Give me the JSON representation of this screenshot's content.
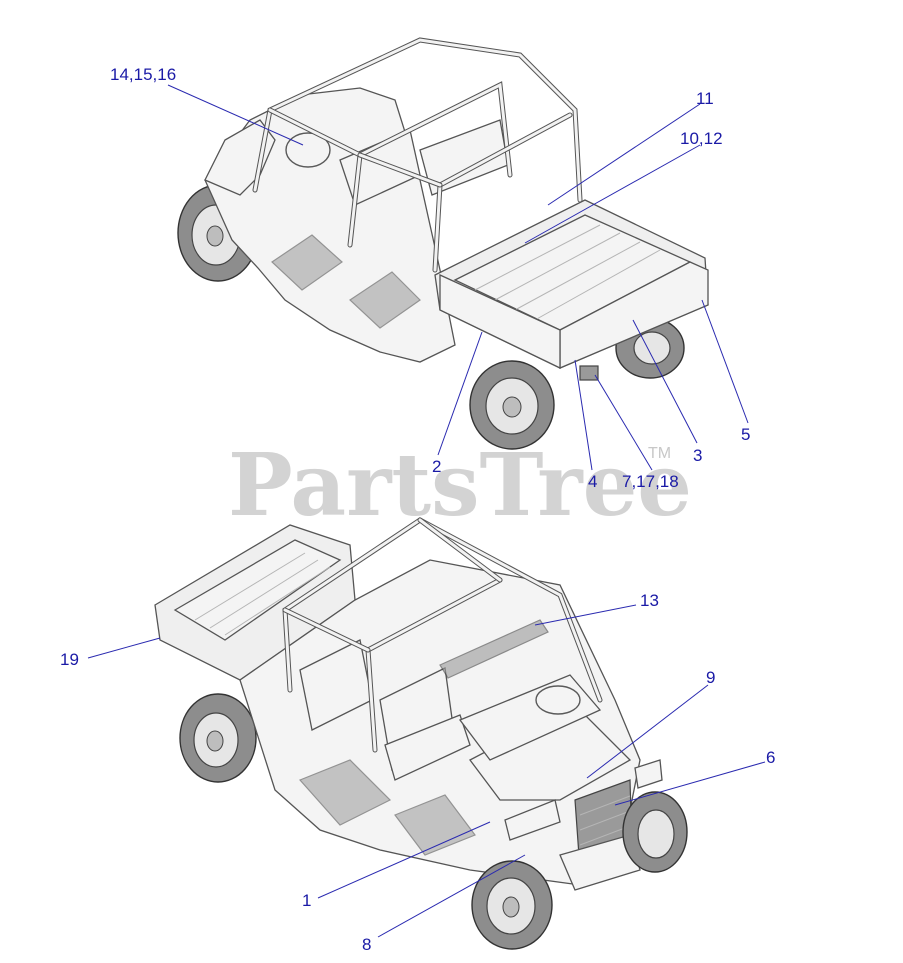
{
  "watermark": {
    "text": "PartsTree",
    "trademark": "TM"
  },
  "callouts": {
    "c_14_15_16": "14,15,16",
    "c_11": "11",
    "c_10_12": "10,12",
    "c_5": "5",
    "c_3": "3",
    "c_2": "2",
    "c_4": "4",
    "c_7_17_18": "7,17,18",
    "c_13": "13",
    "c_9": "9",
    "c_19": "19",
    "c_6": "6",
    "c_1": "1",
    "c_8": "8"
  },
  "colors": {
    "callout_text": "#1a1aa6",
    "leader_line": "#2a2ab0",
    "watermark": "#d3d3d3"
  },
  "views": {
    "top": "rear-left isometric view of utility vehicle",
    "bottom": "front-right isometric view of utility vehicle"
  }
}
